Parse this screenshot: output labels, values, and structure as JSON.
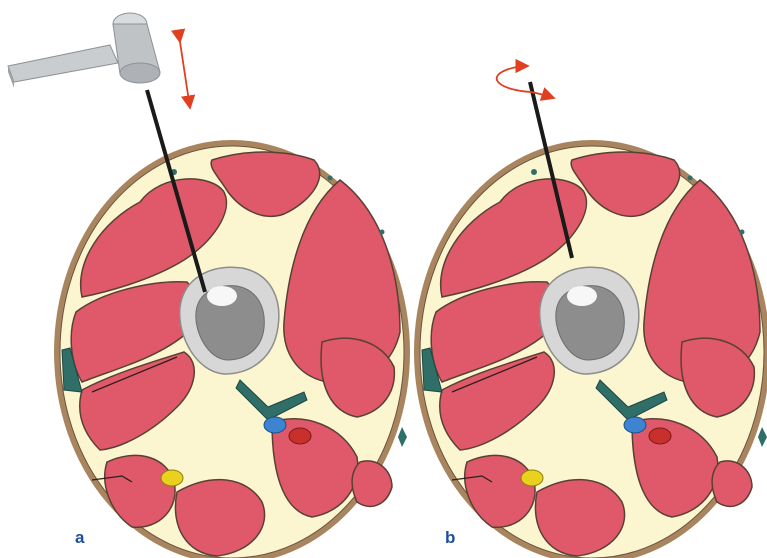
{
  "figure": {
    "panels": [
      {
        "label": "a",
        "instrument": "hammer-icon",
        "motion": "axial-double-arrow"
      },
      {
        "label": "b",
        "instrument": "pin-only",
        "motion": "rotation-arrow"
      }
    ],
    "colors": {
      "skin": "#a8855e",
      "fat": "#fbf6cf",
      "muscle": "#e0596a",
      "muscle_outline": "#5a4034",
      "bone_cortex": "#d7d7d7",
      "bone_marrow": "#8d8d8d",
      "fascia": "#2f6f67",
      "artery": "#c8302c",
      "vein": "#3c84d0",
      "nerve": "#e8d21e",
      "instrument": "#1a1a1a",
      "hammer": "#bfc3c6",
      "motion_arrow": "#e0401f",
      "label": "#1f4e9e"
    }
  }
}
